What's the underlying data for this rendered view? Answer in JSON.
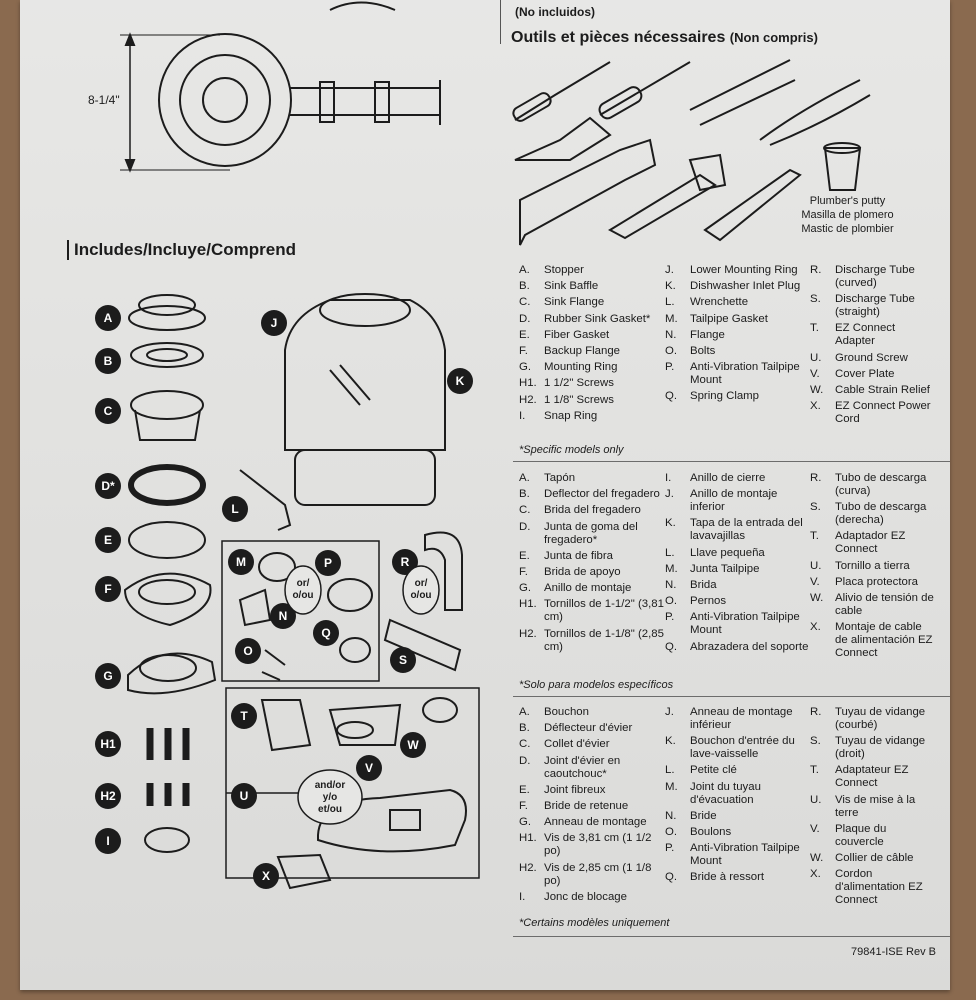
{
  "top_clip": "(No incluidos)",
  "french_title": "Outils et pièces nécessaires",
  "french_title_note": "(Non compris)",
  "dimension": "8-1/4\"",
  "includes_title": "Includes/Incluye/Comprend",
  "putty_lines": [
    "Plumber's putty",
    "Masilla de plomero",
    "Mastic de plombier"
  ],
  "badges": [
    "A",
    "B",
    "C",
    "D*",
    "E",
    "F",
    "G",
    "H1",
    "H2",
    "I",
    "J",
    "K",
    "L",
    "M",
    "N",
    "O",
    "P",
    "Q",
    "R",
    "S",
    "T",
    "U",
    "V",
    "W",
    "X"
  ],
  "or_labels": {
    "or1": "or/",
    "or1b": "o/ou",
    "or2": "or/",
    "or2b": "o/ou",
    "andor1": "and/or",
    "andor2": "y/o",
    "andor3": "et/ou"
  },
  "english": {
    "col1": [
      [
        "A.",
        "Stopper"
      ],
      [
        "B.",
        "Sink Baffle"
      ],
      [
        "C.",
        "Sink Flange"
      ],
      [
        "D.",
        "Rubber Sink Gasket*"
      ],
      [
        "E.",
        "Fiber Gasket"
      ],
      [
        "F.",
        "Backup Flange"
      ],
      [
        "G.",
        "Mounting Ring"
      ],
      [
        "H1.",
        "1 1/2\" Screws"
      ],
      [
        "H2.",
        "1 1/8\" Screws"
      ],
      [
        "I.",
        "Snap Ring"
      ]
    ],
    "col2": [
      [
        "J.",
        "Lower Mounting Ring"
      ],
      [
        "K.",
        "Dishwasher Inlet Plug"
      ],
      [
        "L.",
        "Wrenchette"
      ],
      [
        "M.",
        "Tailpipe Gasket"
      ],
      [
        "N.",
        "Flange"
      ],
      [
        "O.",
        "Bolts"
      ],
      [
        "P.",
        "Anti-Vibration Tailpipe Mount"
      ],
      [
        "Q.",
        "Spring Clamp"
      ]
    ],
    "col3": [
      [
        "R.",
        "Discharge Tube (curved)"
      ],
      [
        "S.",
        "Discharge Tube (straight)"
      ],
      [
        "T.",
        "EZ Connect Adapter"
      ],
      [
        "U.",
        "Ground Screw"
      ],
      [
        "V.",
        "Cover Plate"
      ],
      [
        "W.",
        "Cable Strain Relief"
      ],
      [
        "X.",
        "EZ Connect Power Cord"
      ]
    ],
    "note": "*Specific models only"
  },
  "spanish": {
    "col1": [
      [
        "A.",
        "Tapón"
      ],
      [
        "B.",
        "Deflector del fregadero"
      ],
      [
        "C.",
        "Brida del fregadero"
      ],
      [
        "D.",
        "Junta de goma del fregadero*"
      ],
      [
        "E.",
        "Junta de fibra"
      ],
      [
        "F.",
        "Brida de apoyo"
      ],
      [
        "G.",
        "Anillo de montaje"
      ],
      [
        "H1.",
        "Tornillos de 1-1/2\" (3,81 cm)"
      ],
      [
        "H2.",
        "Tornillos de 1-1/8\" (2,85 cm)"
      ]
    ],
    "col2": [
      [
        "I.",
        "Anillo de cierre"
      ],
      [
        "J.",
        "Anillo de montaje inferior"
      ],
      [
        "K.",
        "Tapa de la entrada del lavavajillas"
      ],
      [
        "L.",
        "Llave pequeña"
      ],
      [
        "M.",
        "Junta Tailpipe"
      ],
      [
        "N.",
        "Brida"
      ],
      [
        "O.",
        "Pernos"
      ],
      [
        "P.",
        "Anti-Vibration Tailpipe Mount"
      ],
      [
        "Q.",
        "Abrazadera del soporte"
      ]
    ],
    "col3": [
      [
        "R.",
        "Tubo de descarga (curva)"
      ],
      [
        "S.",
        "Tubo de descarga (derecha)"
      ],
      [
        "T.",
        "Adaptador EZ Connect"
      ],
      [
        "U.",
        "Tornillo a tierra"
      ],
      [
        "V.",
        "Placa protectora"
      ],
      [
        "W.",
        "Alivio de tensión de cable"
      ],
      [
        "X.",
        "Montaje de cable de alimentación EZ Connect"
      ]
    ],
    "note": "*Solo para modelos específicos"
  },
  "french": {
    "col1": [
      [
        "A.",
        "Bouchon"
      ],
      [
        "B.",
        "Déflecteur d'évier"
      ],
      [
        "C.",
        "Collet d'évier"
      ],
      [
        "D.",
        "Joint d'évier en caoutchouc*"
      ],
      [
        "E.",
        "Joint fibreux"
      ],
      [
        "F.",
        "Bride de retenue"
      ],
      [
        "G.",
        "Anneau de montage"
      ],
      [
        "H1.",
        "Vis de 3,81 cm (1 1/2 po)"
      ],
      [
        "H2.",
        "Vis de 2,85 cm (1 1/8 po)"
      ],
      [
        "I.",
        "Jonc de blocage"
      ]
    ],
    "col2": [
      [
        "J.",
        "Anneau de montage inférieur"
      ],
      [
        "K.",
        "Bouchon d'entrée du lave-vaisselle"
      ],
      [
        "L.",
        "Petite clé"
      ],
      [
        "M.",
        "Joint du tuyau d'évacuation"
      ],
      [
        "N.",
        "Bride"
      ],
      [
        "O.",
        "Boulons"
      ],
      [
        "P.",
        "Anti-Vibration Tailpipe Mount"
      ],
      [
        "Q.",
        "Bride à ressort"
      ]
    ],
    "col3": [
      [
        "R.",
        "Tuyau de vidange (courbé)"
      ],
      [
        "S.",
        "Tuyau de vidange (droit)"
      ],
      [
        "T.",
        "Adaptateur EZ Connect"
      ],
      [
        "U.",
        "Vis de mise à la terre"
      ],
      [
        "V.",
        "Plaque du couvercle"
      ],
      [
        "W.",
        "Collier de câble"
      ],
      [
        "X.",
        "Cordon d'alimentation EZ Connect"
      ]
    ],
    "note": "*Certains modèles uniquement"
  },
  "doc_code": "79841-ISE Rev B"
}
